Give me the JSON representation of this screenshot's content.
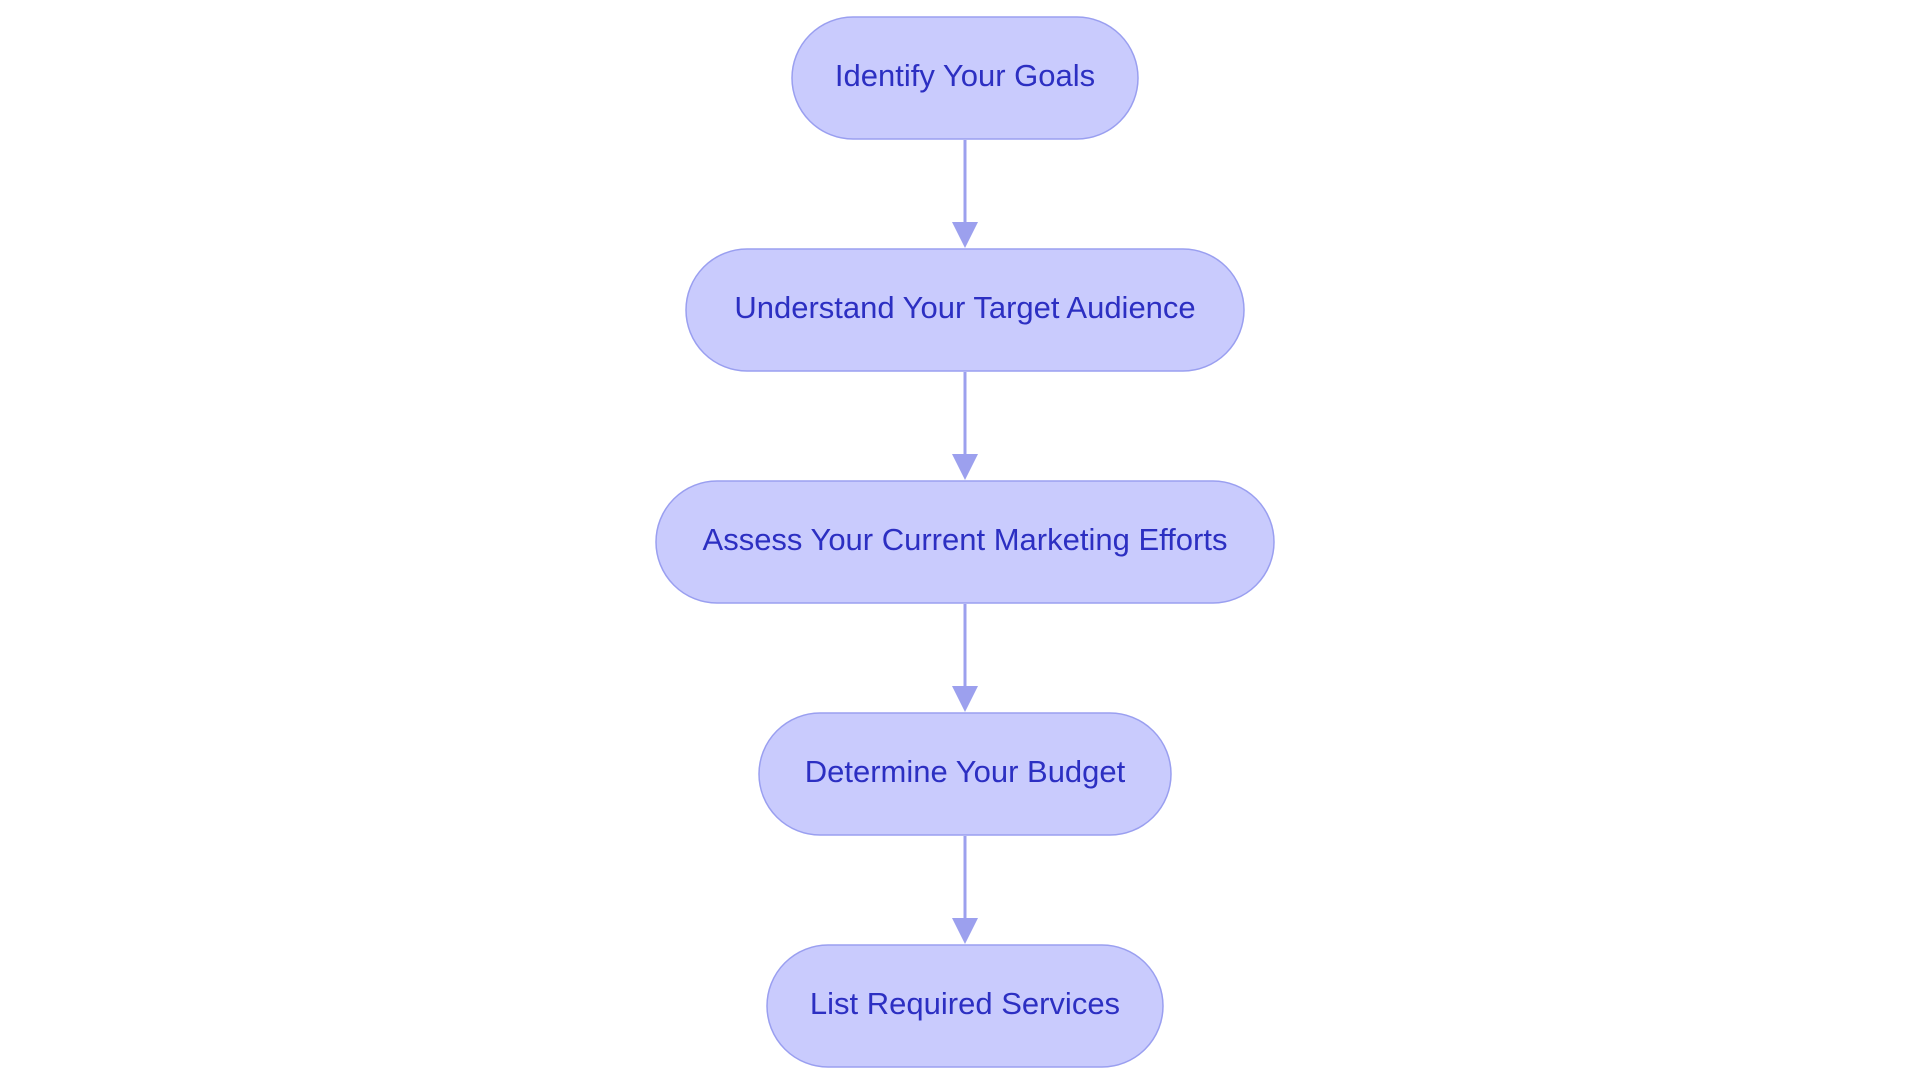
{
  "flowchart": {
    "colors": {
      "node_fill": "#c9cbfd",
      "node_border": "#9a9ff0",
      "node_text": "#2c2fc2",
      "connector": "#9ca0ee",
      "background": "#ffffff"
    },
    "nodes": [
      {
        "label": "Identify Your Goals"
      },
      {
        "label": "Understand Your Target Audience"
      },
      {
        "label": "Assess Your Current Marketing Efforts"
      },
      {
        "label": "Determine Your Budget"
      },
      {
        "label": "List Required Services"
      }
    ]
  }
}
